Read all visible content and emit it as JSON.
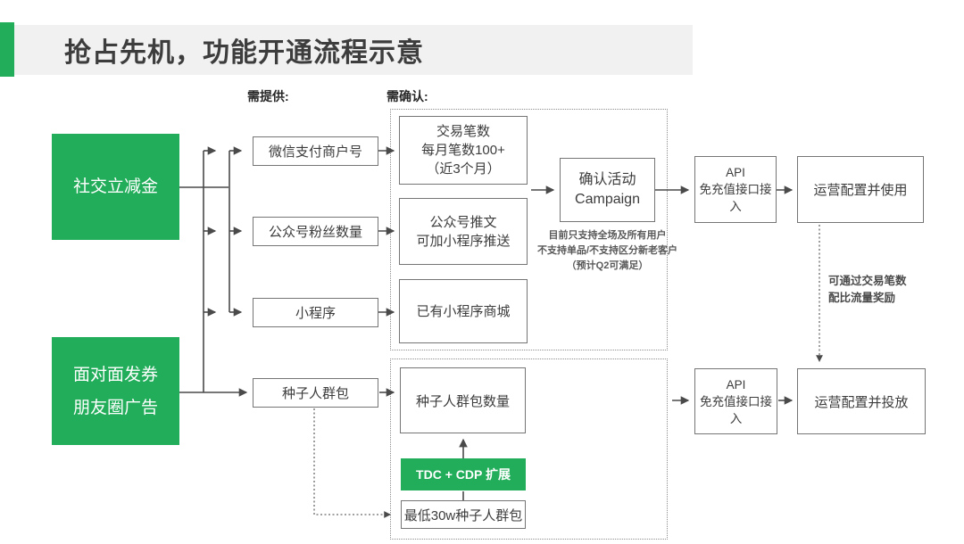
{
  "colors": {
    "accent_green": "#21ad5a",
    "title_band_gray": "#f1f1f1",
    "connector_gray": "#4a4a4a",
    "box_border_gray": "#757575"
  },
  "title": "抢占先机，功能开通流程示意",
  "section_labels": {
    "provide": "需提供:",
    "confirm": "需确认:"
  },
  "sources": {
    "social": {
      "lines": [
        "社交立减金"
      ]
    },
    "face_to_face": {
      "lines": [
        "面对面发券",
        "朋友圈广告"
      ]
    }
  },
  "provide_boxes": {
    "merchant": "微信支付商户号",
    "followers": "公众号粉丝数量",
    "miniprogram": "小程序",
    "seed_pack": "种子人群包"
  },
  "confirm_boxes": {
    "transactions": {
      "lines": [
        "交易笔数",
        "每月笔数100+",
        "（近3个月）"
      ]
    },
    "push": {
      "lines": [
        "公众号推文",
        "可加小程序推送"
      ]
    },
    "mall": {
      "lines": [
        "已有小程序商城"
      ]
    }
  },
  "campaign": {
    "lines": [
      "确认活动",
      "Campaign"
    ],
    "note": [
      "目前只支持全场及所有用户",
      "不支持单品/不支持区分新老客户",
      "（预计Q2可满足）"
    ]
  },
  "flow_top": {
    "api": {
      "lines": [
        "API",
        "免充值接口接",
        "入"
      ]
    },
    "ops": "运营配置并使用"
  },
  "flow_bottom": {
    "api": {
      "lines": [
        "API",
        "免充值接口接",
        "入"
      ]
    },
    "ops": "运营配置并投放"
  },
  "traffic_note": {
    "lines": [
      "可通过交易笔数",
      "配比流量奖励"
    ]
  },
  "seed_flow": {
    "count": "种子人群包数量",
    "tdc": "TDC + CDP 扩展",
    "min_pack": "最低30w种子人群包"
  }
}
